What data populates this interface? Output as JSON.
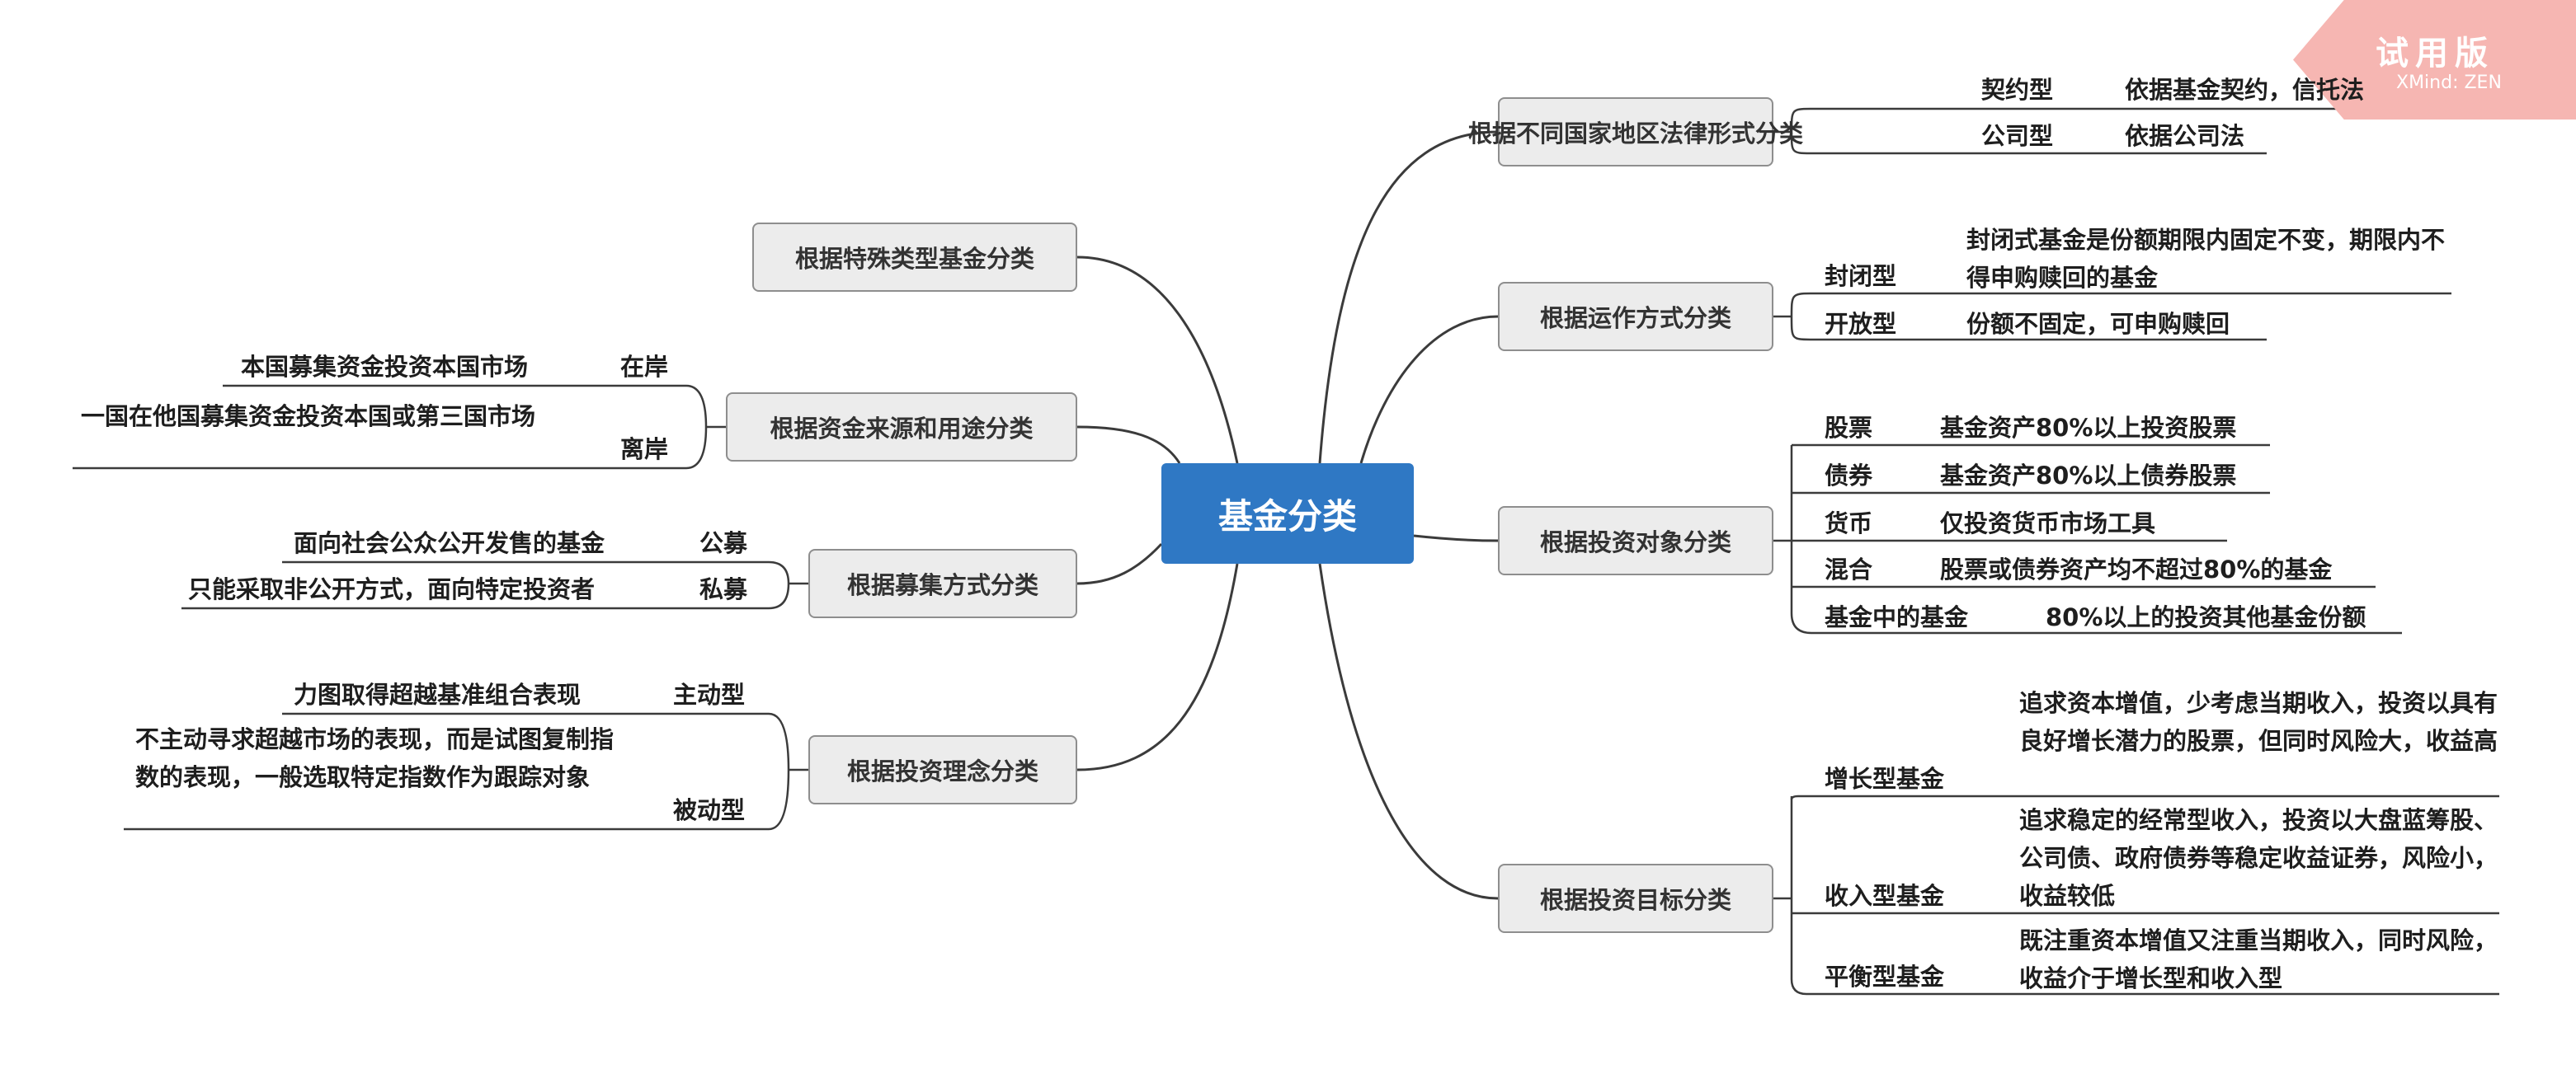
{
  "root": "基金分类",
  "watermark": {
    "title": "试用版",
    "subtitle": "XMind: ZEN"
  },
  "right": {
    "legal": {
      "topic": "根据不同国家地区法律形式分类",
      "items": [
        {
          "name": "契约型",
          "desc": "依据基金契约，信托法"
        },
        {
          "name": "公司型",
          "desc": "依据公司法"
        }
      ]
    },
    "operation": {
      "topic": "根据运作方式分类",
      "items": [
        {
          "name": "封闭型",
          "desc": "封闭式基金是份额期限内固定不变，期限内不得申购赎回的基金"
        },
        {
          "name": "开放型",
          "desc": "份额不固定，可申购赎回"
        }
      ]
    },
    "object": {
      "topic": "根据投资对象分类",
      "items": [
        {
          "name": "股票",
          "desc": "基金资产80%以上投资股票"
        },
        {
          "name": "债券",
          "desc": "基金资产80%以上债券股票"
        },
        {
          "name": "货币",
          "desc": "仅投资货币市场工具"
        },
        {
          "name": "混合",
          "desc": "股票或债券资产均不超过80%的基金"
        },
        {
          "name": "基金中的基金",
          "desc": "80%以上的投资其他基金份额"
        }
      ]
    },
    "goal": {
      "topic": "根据投资目标分类",
      "items": [
        {
          "name": "增长型基金",
          "desc": "追求资本增值，少考虑当期收入，投资以具有良好增长潜力的股票，但同时风险大，收益高"
        },
        {
          "name": "收入型基金",
          "desc": "追求稳定的经常型收入，投资以大盘蓝筹股、公司债、政府债券等稳定收益证券，风险小，收益较低"
        },
        {
          "name": "平衡型基金",
          "desc": "既注重资本增值又注重当期收入，同时风险，收益介于增长型和收入型"
        }
      ]
    }
  },
  "left": {
    "special": {
      "topic": "根据特殊类型基金分类"
    },
    "source": {
      "topic": "根据资金来源和用途分类",
      "items": [
        {
          "name": "在岸",
          "desc": "本国募集资金投资本国市场"
        },
        {
          "name": "离岸",
          "desc": "一国在他国募集资金投资本国或第三国市场"
        }
      ]
    },
    "raise": {
      "topic": "根据募集方式分类",
      "items": [
        {
          "name": "公募",
          "desc": "面向社会公众公开发售的基金"
        },
        {
          "name": "私募",
          "desc": "只能采取非公开方式，面向特定投资者"
        }
      ]
    },
    "concept": {
      "topic": "根据投资理念分类",
      "items": [
        {
          "name": "主动型",
          "desc": "力图取得超越基准组合表现"
        },
        {
          "name": "被动型",
          "desc": "不主动寻求超越市场的表现，而是试图复制指数的表现，一般选取特定指数作为跟踪对象"
        }
      ]
    }
  }
}
